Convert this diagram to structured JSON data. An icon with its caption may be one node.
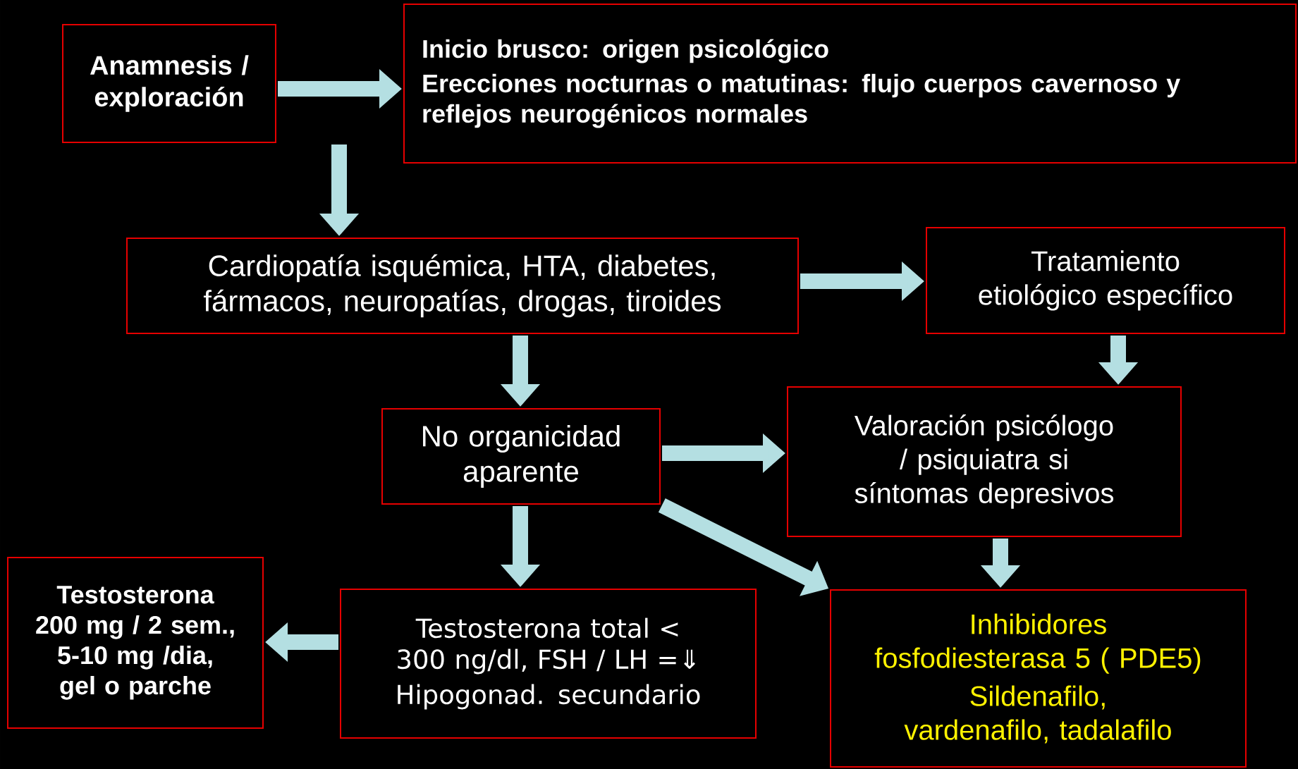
{
  "diagram": {
    "nodes": [
      {
        "text": [
          "Anamnesis / exploración"
        ]
      },
      {
        "text": [
          "Inicio brusco: origen psicológico",
          "Erecciones nocturnas o matutinas: flujo cuerpos cavernoso y reflejos neurogénicos normales"
        ]
      },
      {
        "text": [
          "Cardiopatía isquémica, HTA, diabetes, fármacos, neuropatías, drogas, tiroides"
        ]
      },
      {
        "text": [
          "Tratamiento etiológico específico"
        ]
      },
      {
        "text": [
          "No organicidad aparente"
        ]
      },
      {
        "text": [
          "Valoración psicólogo / psiquiatra si síntomas depresivos"
        ]
      },
      {
        "text": [
          "Testosterona 200 mg / 2 sem., 5-10 mg /dia, gel o parche"
        ]
      },
      {
        "text": [
          "Testosterona total < 300 ng/dl, FSH / LH =⇓",
          "Hipogonad. secundario"
        ]
      },
      {
        "text": [
          "Inhibidores fosfodiesterasa 5 ( PDE5)",
          "Sildenafilo, vardenafilo, tadalafilo"
        ]
      }
    ],
    "edges": [
      {
        "from": 0,
        "to": 1,
        "arrow": "to"
      },
      {
        "from": 0,
        "to": 2,
        "arrow": "to"
      },
      {
        "from": 2,
        "to": 3,
        "arrow": "to"
      },
      {
        "from": 2,
        "to": 4,
        "arrow": "to"
      },
      {
        "from": 3,
        "to": 5,
        "arrow": "to"
      },
      {
        "from": 4,
        "to": 5,
        "arrow": "to"
      },
      {
        "from": 4,
        "to": 8,
        "arrow": "to"
      },
      {
        "from": 4,
        "to": 7,
        "arrow": "to"
      },
      {
        "from": 5,
        "to": 8,
        "arrow": "to"
      },
      {
        "from": 7,
        "to": 6,
        "arrow": "to"
      }
    ]
  }
}
